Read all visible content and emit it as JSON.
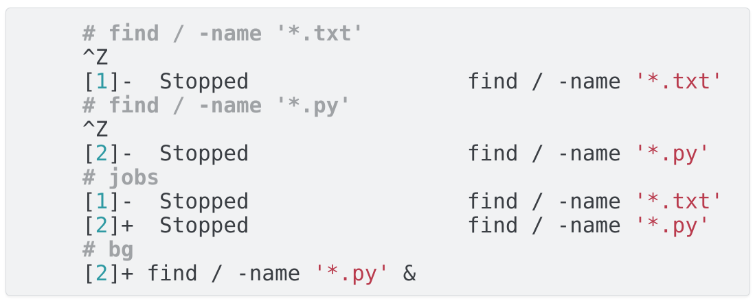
{
  "colors": {
    "page_bg": "#ffffff",
    "box_bg": "#f1f2f3",
    "box_border": "#d6d9dc",
    "plain": "#3a3e43",
    "comment": "#9fa2a5",
    "number": "#2f9aa3",
    "string": "#b93b4d"
  },
  "terminal": {
    "lines": [
      {
        "tokens": [
          {
            "t": "# find / -name '*.txt'",
            "c": "comment"
          }
        ]
      },
      {
        "tokens": [
          {
            "t": "^Z",
            "c": "plain"
          }
        ]
      },
      {
        "tokens": [
          {
            "t": "[",
            "c": "plain"
          },
          {
            "t": "1",
            "c": "number"
          },
          {
            "t": "]-  Stopped                 find / -name ",
            "c": "plain"
          },
          {
            "t": "'*.txt'",
            "c": "string"
          }
        ]
      },
      {
        "tokens": [
          {
            "t": "# find / -name '*.py'",
            "c": "comment"
          }
        ]
      },
      {
        "tokens": [
          {
            "t": "^Z",
            "c": "plain"
          }
        ]
      },
      {
        "tokens": [
          {
            "t": "[",
            "c": "plain"
          },
          {
            "t": "2",
            "c": "number"
          },
          {
            "t": "]-  Stopped                 find / -name ",
            "c": "plain"
          },
          {
            "t": "'*.py'",
            "c": "string"
          }
        ]
      },
      {
        "tokens": [
          {
            "t": "# jobs",
            "c": "comment"
          }
        ]
      },
      {
        "tokens": [
          {
            "t": "[",
            "c": "plain"
          },
          {
            "t": "1",
            "c": "number"
          },
          {
            "t": "]-  Stopped                 find / -name ",
            "c": "plain"
          },
          {
            "t": "'*.txt'",
            "c": "string"
          }
        ]
      },
      {
        "tokens": [
          {
            "t": "[",
            "c": "plain"
          },
          {
            "t": "2",
            "c": "number"
          },
          {
            "t": "]+  Stopped                 find / -name ",
            "c": "plain"
          },
          {
            "t": "'*.py'",
            "c": "string"
          }
        ]
      },
      {
        "tokens": [
          {
            "t": "# bg",
            "c": "comment"
          }
        ]
      },
      {
        "tokens": [
          {
            "t": "[",
            "c": "plain"
          },
          {
            "t": "2",
            "c": "number"
          },
          {
            "t": "]+ find / -name ",
            "c": "plain"
          },
          {
            "t": "'*.py'",
            "c": "string"
          },
          {
            "t": " &",
            "c": "plain"
          }
        ]
      }
    ]
  }
}
